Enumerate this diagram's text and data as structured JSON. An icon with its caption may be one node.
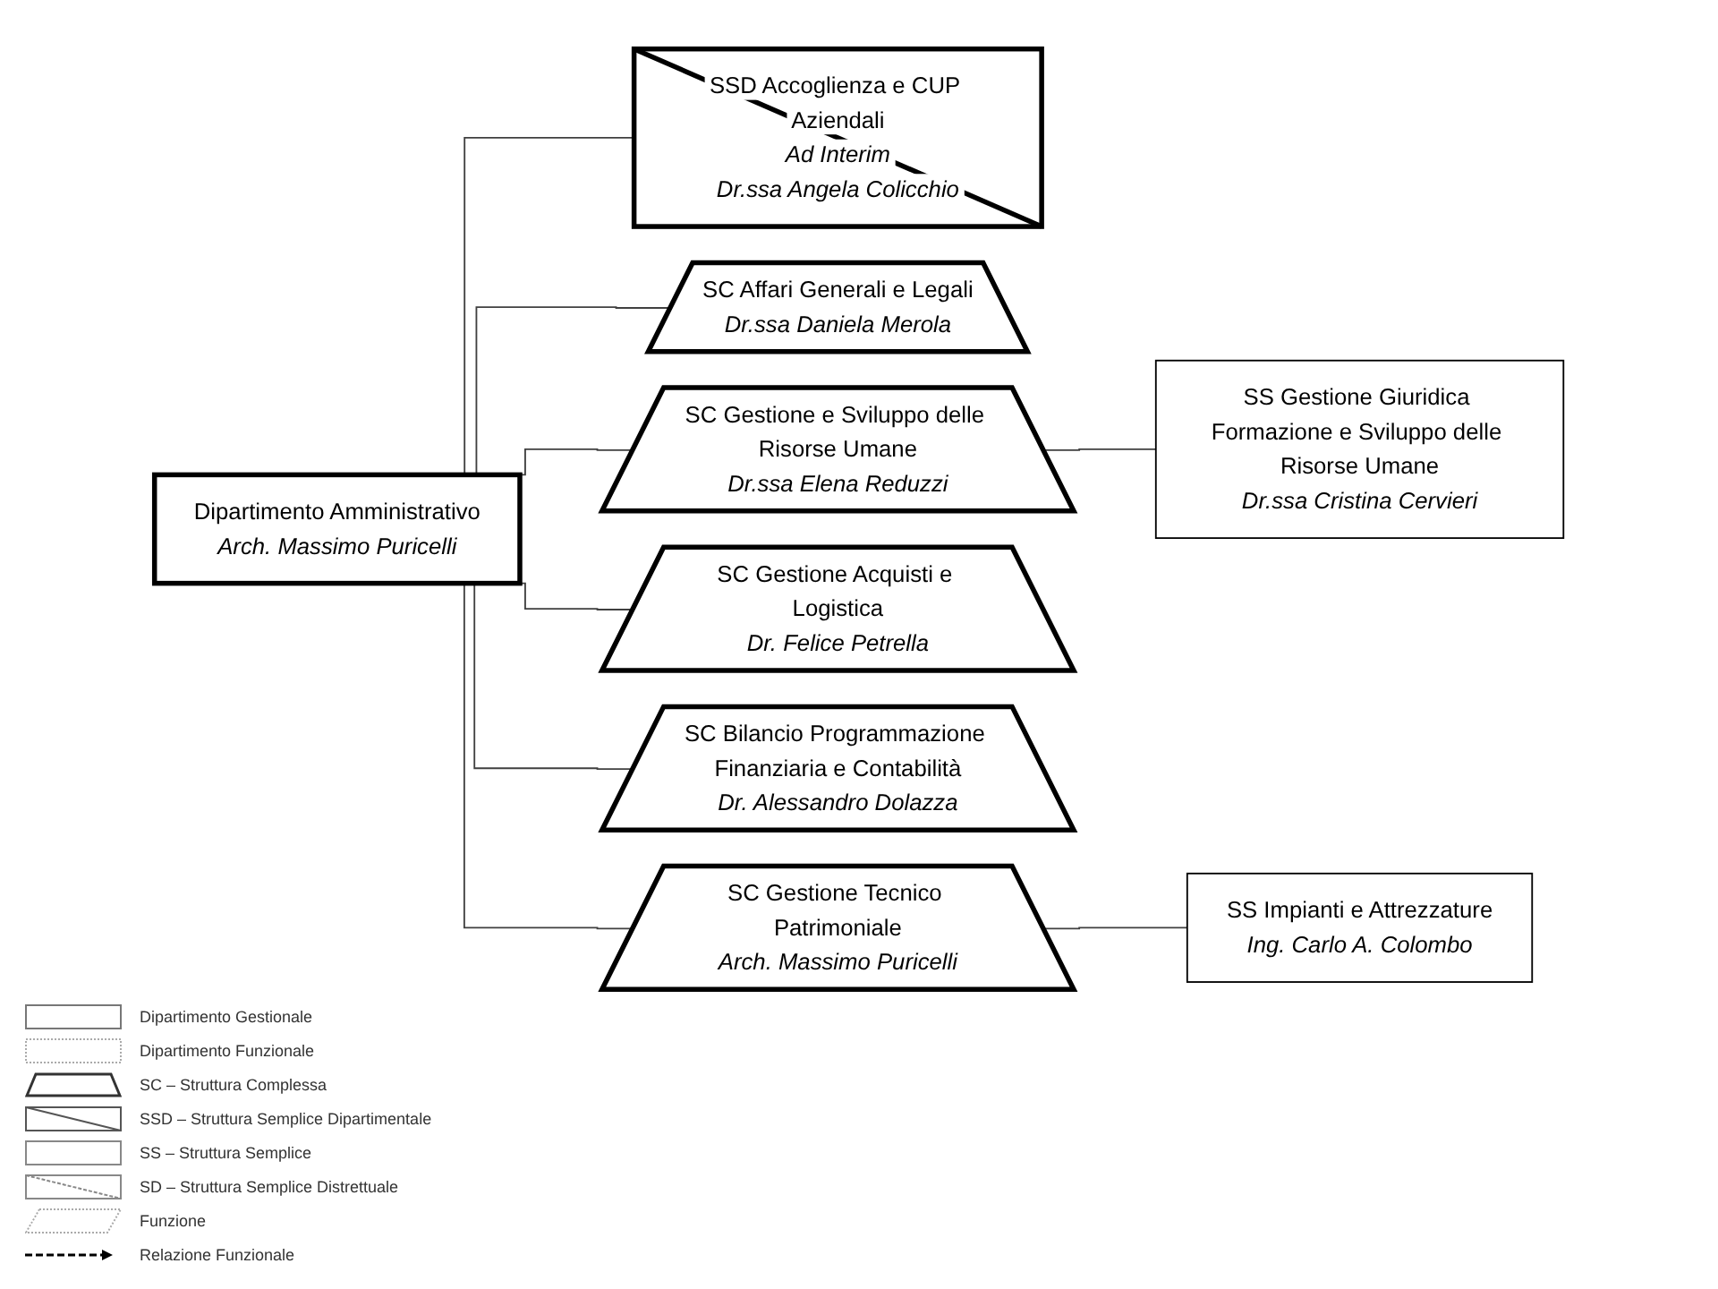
{
  "diagram": {
    "nodes": [
      {
        "text": [
          "Dipartimento Amministrativo",
          "Arch. Massimo Puricelli"
        ]
      },
      {
        "text": [
          "SSD Accoglienza e CUP Aziendali",
          "Ad Interim",
          "Dr.ssa Angela Colicchio"
        ]
      },
      {
        "text": [
          "SC Affari Generali e Legali",
          "Dr.ssa Daniela Merola"
        ]
      },
      {
        "text": [
          "SC Gestione e Sviluppo delle Risorse Umane",
          "Dr.ssa Elena Reduzzi"
        ]
      },
      {
        "text": [
          "SS Gestione Giuridica Formazione e Sviluppo delle Risorse Umane",
          "Dr.ssa Cristina Cervieri"
        ]
      },
      {
        "text": [
          "SC Gestione Acquisti e Logistica",
          "Dr. Felice Petrella"
        ]
      },
      {
        "text": [
          "SC Bilancio Programmazione Finanziaria e Contabilità",
          "Dr. Alessandro Dolazza"
        ]
      },
      {
        "text": [
          "SC Gestione Tecnico Patrimoniale",
          "Arch. Massimo Puricelli"
        ]
      },
      {
        "text": [
          "SS Impianti e Attrezzature",
          "Ing. Carlo A. Colombo"
        ]
      }
    ],
    "edges": [
      {
        "from": 0,
        "to": 1,
        "arrow": "none"
      },
      {
        "from": 0,
        "to": 2,
        "arrow": "none"
      },
      {
        "from": 0,
        "to": 3,
        "arrow": "none"
      },
      {
        "from": 3,
        "to": 4,
        "arrow": "none"
      },
      {
        "from": 0,
        "to": 5,
        "arrow": "none"
      },
      {
        "from": 0,
        "to": 6,
        "arrow": "none"
      },
      {
        "from": 0,
        "to": 7,
        "arrow": "none"
      },
      {
        "from": 7,
        "to": 8,
        "arrow": "none"
      }
    ],
    "legend": [
      {
        "text": "Dipartimento Gestionale"
      },
      {
        "text": "Dipartimento Funzionale"
      },
      {
        "text": "SC – Struttura Complessa"
      },
      {
        "text": "SSD – Struttura Semplice Dipartimentale"
      },
      {
        "text": "SS – Struttura Semplice"
      },
      {
        "text": "SD – Struttura Semplice Distrettuale"
      },
      {
        "text": "Funzione"
      },
      {
        "text": "Relazione Funzionale"
      }
    ]
  }
}
